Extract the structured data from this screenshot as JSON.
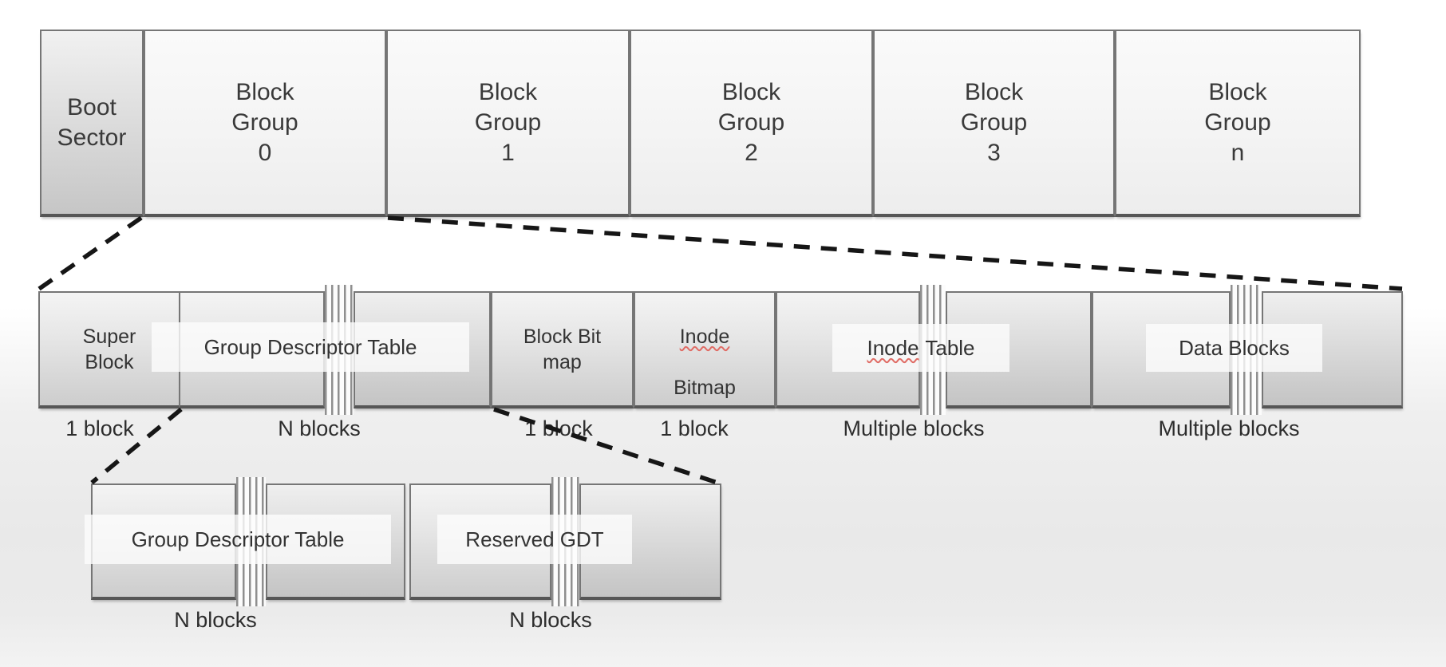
{
  "colors": {
    "background_top": "#ffffff",
    "background_bottom": "#e9e9e9",
    "box_border": "#767676",
    "box_border_bottom": "#565656",
    "block_group_fill_top": "#fafafa",
    "block_group_fill_bottom": "#ededed",
    "boot_sector_fill_top": "#f1f1f1",
    "boot_sector_fill_bottom": "#c6c6c6",
    "segment_fill_top": "#f4f4f4",
    "segment_fill_bottom": "#cdcdcd",
    "break_mark_line": "#8f8f8f",
    "label_band_fill": "rgba(253,253,253,0.8)",
    "dashed_line": "#161616",
    "text": "#333333",
    "spellcheck_underline": "#e06c65"
  },
  "disk_row": {
    "boxes": [
      {
        "label": "Boot\nSector"
      },
      {
        "label": "Block\nGroup\n0"
      },
      {
        "label": "Block\nGroup\n1"
      },
      {
        "label": "Block\nGroup\n2"
      },
      {
        "label": "Block\nGroup\n3"
      },
      {
        "label": "Block\nGroup\nn"
      }
    ]
  },
  "block_group_row": {
    "super_block": "Super\nBlock",
    "group_descriptor_table": "Group Descriptor Table",
    "block_bitmap": "Block Bit\nmap",
    "inode_bitmap": {
      "line1": "Inode",
      "line2": "Bitmap"
    },
    "inode_table": {
      "word1": "Inode",
      "word2": "Table"
    },
    "data_blocks": "Data Blocks",
    "size_labels": {
      "super_block": "1 block",
      "group_descriptor_table": "N blocks",
      "block_bitmap": "1 block",
      "inode_bitmap": "1 block",
      "inode_table": "Multiple blocks",
      "data_blocks": "Multiple blocks"
    }
  },
  "gdt_row": {
    "group_descriptor_table": "Group Descriptor Table",
    "reserved_gdt": "Reserved GDT",
    "size_labels": {
      "group_descriptor_table": "N blocks",
      "reserved_gdt": "N blocks"
    }
  }
}
